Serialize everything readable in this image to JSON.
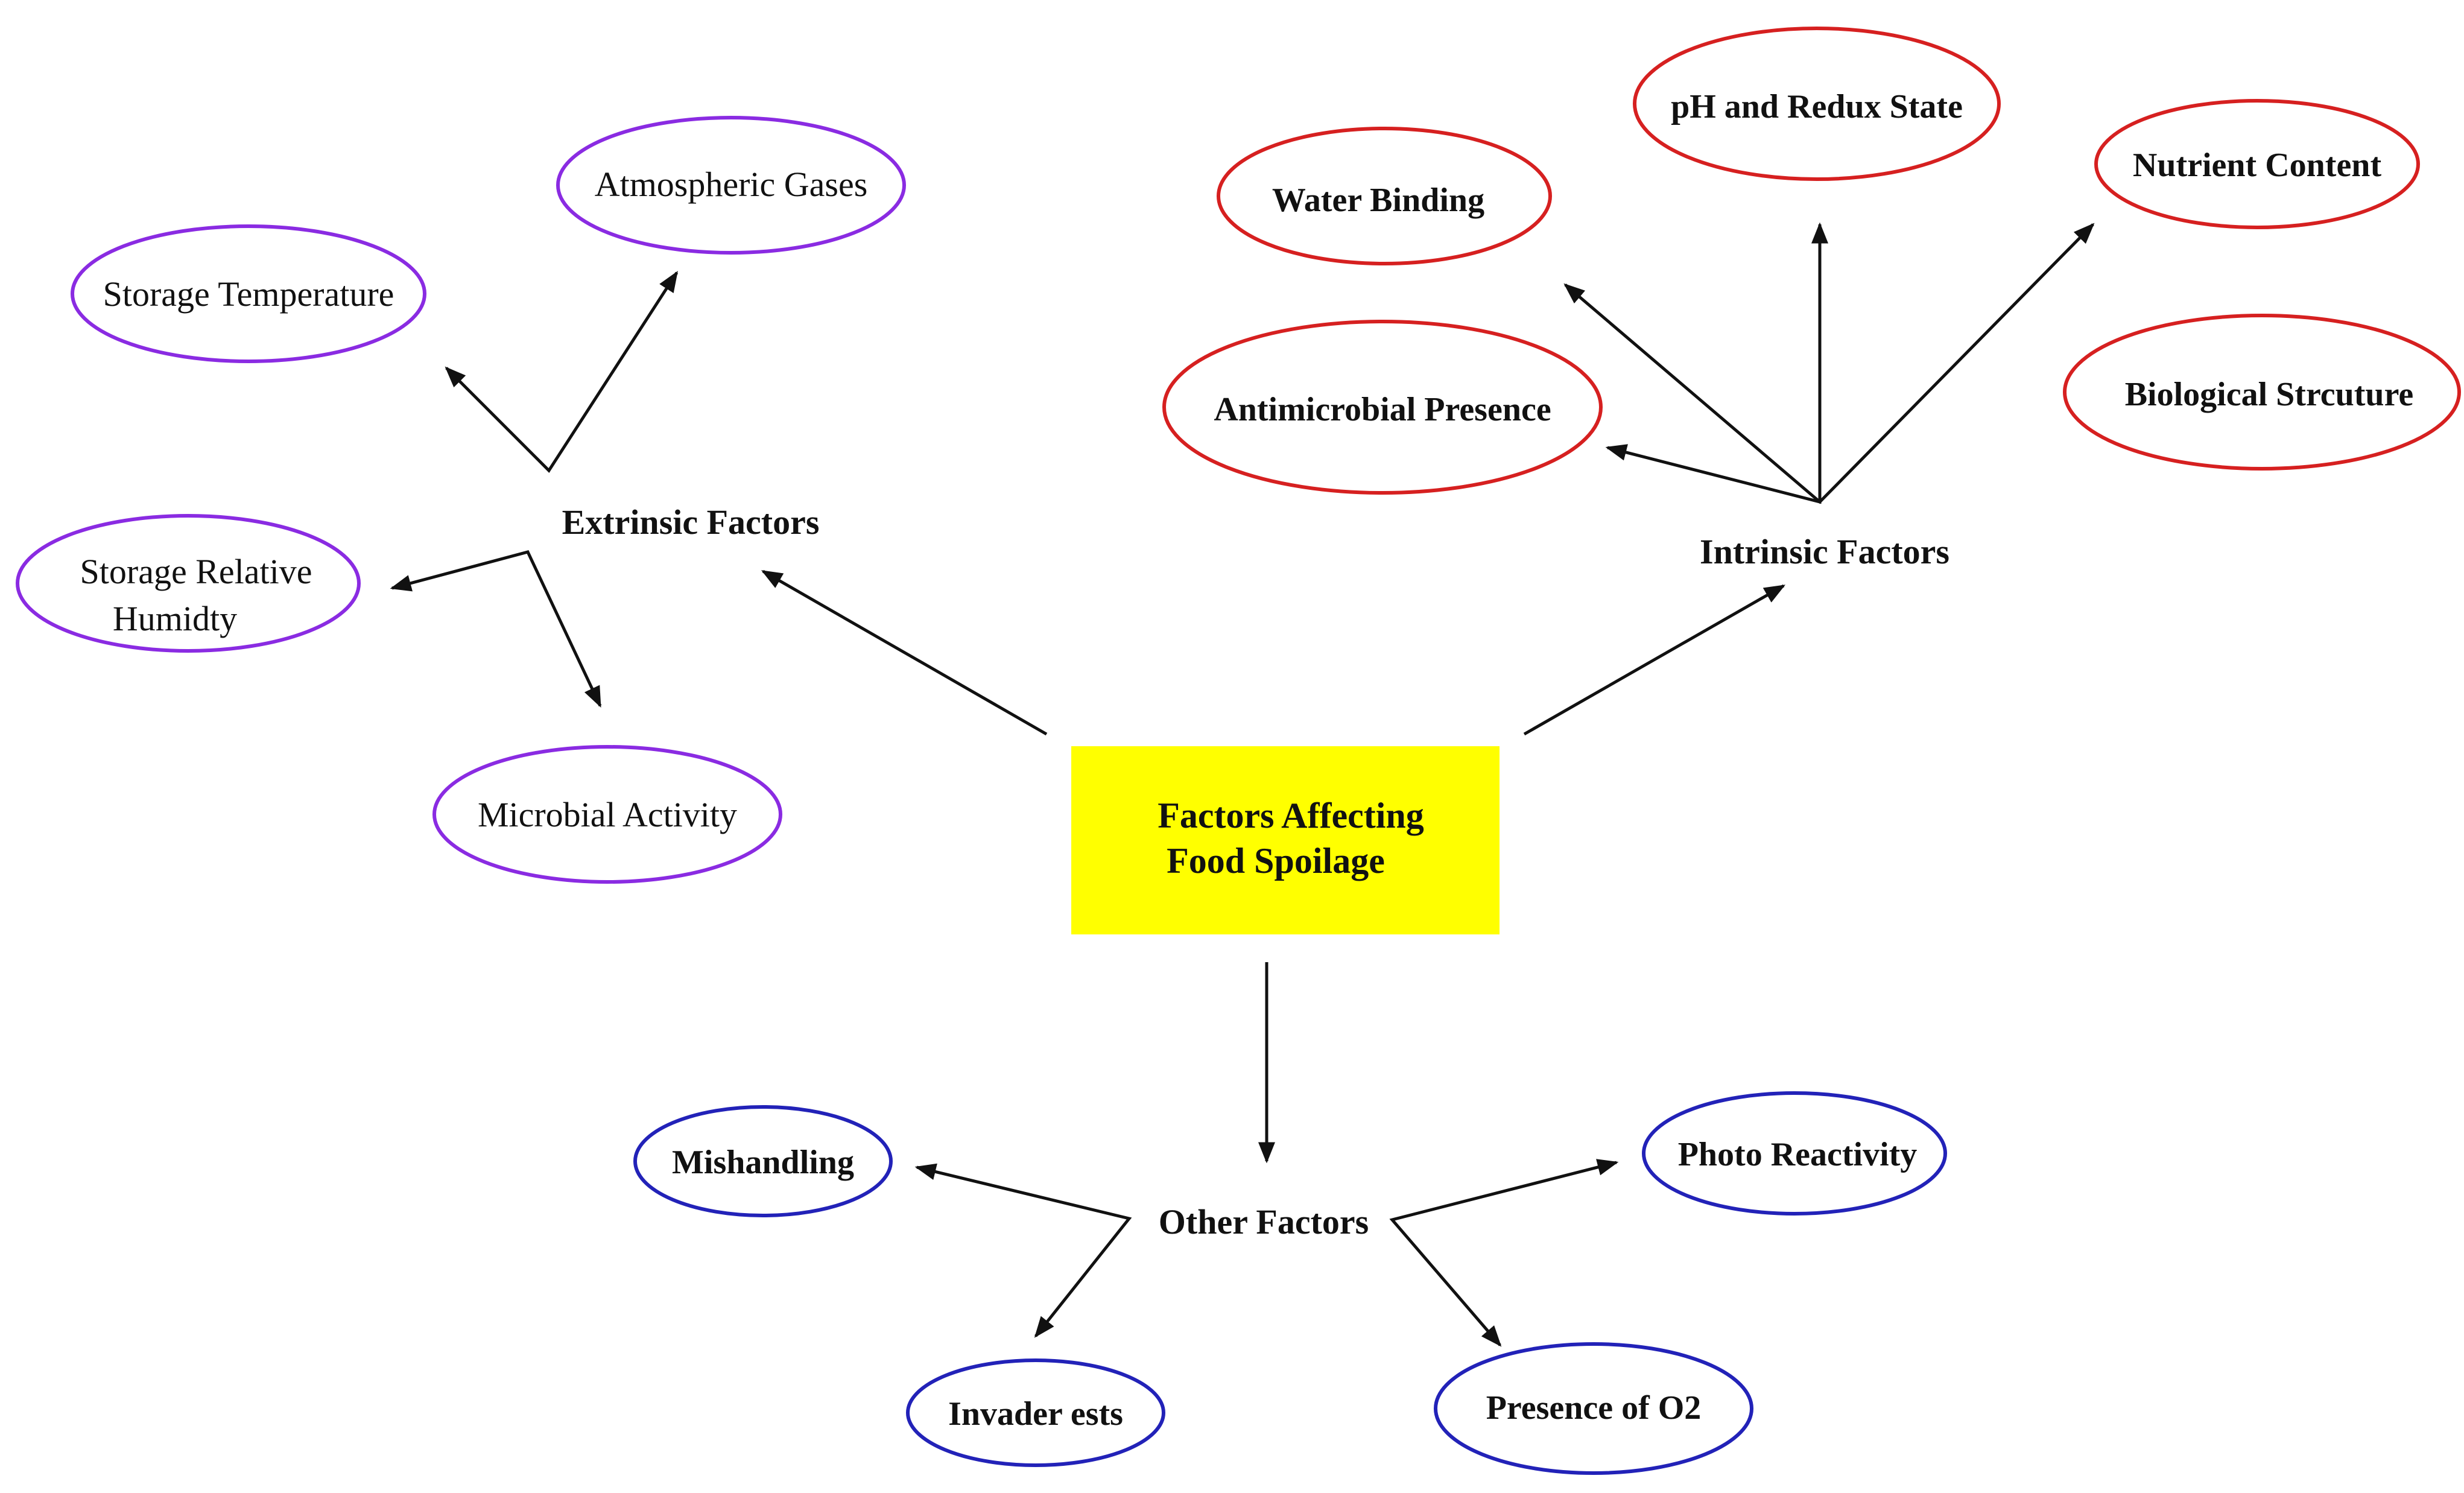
{
  "center": {
    "line1": "Factors Affecting",
    "line2": "Food Spoilage"
  },
  "hubs": {
    "extrinsic": "Extrinsic Factors",
    "intrinsic": "Intrinsic Factors",
    "other": "Other Factors"
  },
  "extrinsic_nodes": {
    "atmospheric_gases": "Atmospheric Gases",
    "storage_temperature": "Storage Temperature",
    "storage_relative_humidity_line1": "Storage Relative",
    "storage_relative_humidity_line2": "Humidty",
    "microbial_activity": "Microbial Activity"
  },
  "intrinsic_nodes": {
    "water_binding": "Water Binding",
    "ph_redux": "pH and Redux State",
    "nutrient_content": "Nutrient Content",
    "antimicrobial_presence": "Antimicrobial Presence",
    "biological_structure": "Biological Strcuture"
  },
  "other_nodes": {
    "mishandling": "Mishandling",
    "photo_reactivity": "Photo Reactivity",
    "invader_pests": "Invader ests",
    "presence_o2": "Presence of O2"
  },
  "colors": {
    "center_fill": "#ffff00",
    "extrinsic_stroke": "#8a2be2",
    "intrinsic_stroke": "#d62020",
    "other_stroke": "#2222b8",
    "arrow": "#111111"
  }
}
